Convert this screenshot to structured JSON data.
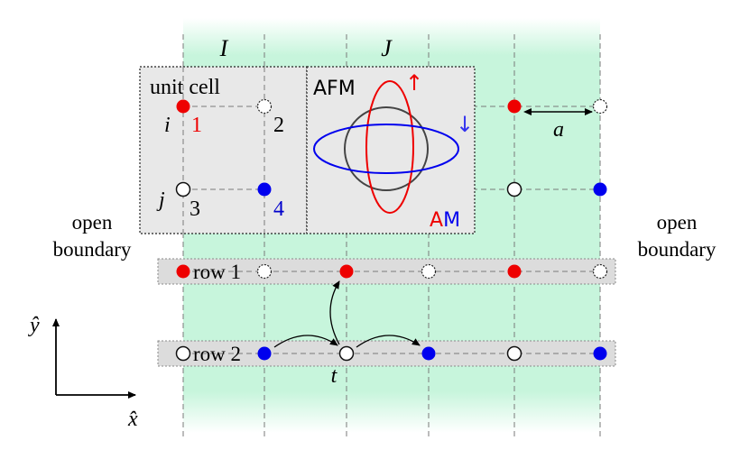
{
  "colors": {
    "up_site": "#ee0000",
    "down_site": "#0000ee",
    "empty_site": "#ffffff",
    "panel_bg": "#e8e8e8",
    "row_band": "#dcdcdc",
    "green_band": "#c7f5dc",
    "grid_line": "#7a7a7a",
    "circle_outline": "#444444"
  },
  "labels": {
    "col_I": "I",
    "col_J": "J",
    "unit_cell": "unit cell",
    "site_i": "i",
    "site_j": "j",
    "num_1": "1",
    "num_2": "2",
    "num_3": "3",
    "num_4": "4",
    "afm": "AFM",
    "am_a": "A",
    "am_m": "M",
    "spin_up": "↑",
    "spin_down": "↓",
    "lattice_a": "a",
    "open_left_1": "open",
    "open_left_2": "boundary",
    "open_right_1": "open",
    "open_right_2": "boundary",
    "row1": "row 1",
    "row2": "row 2",
    "hopping_t": "t",
    "axis_y": "ŷ",
    "axis_x": "x̂"
  }
}
